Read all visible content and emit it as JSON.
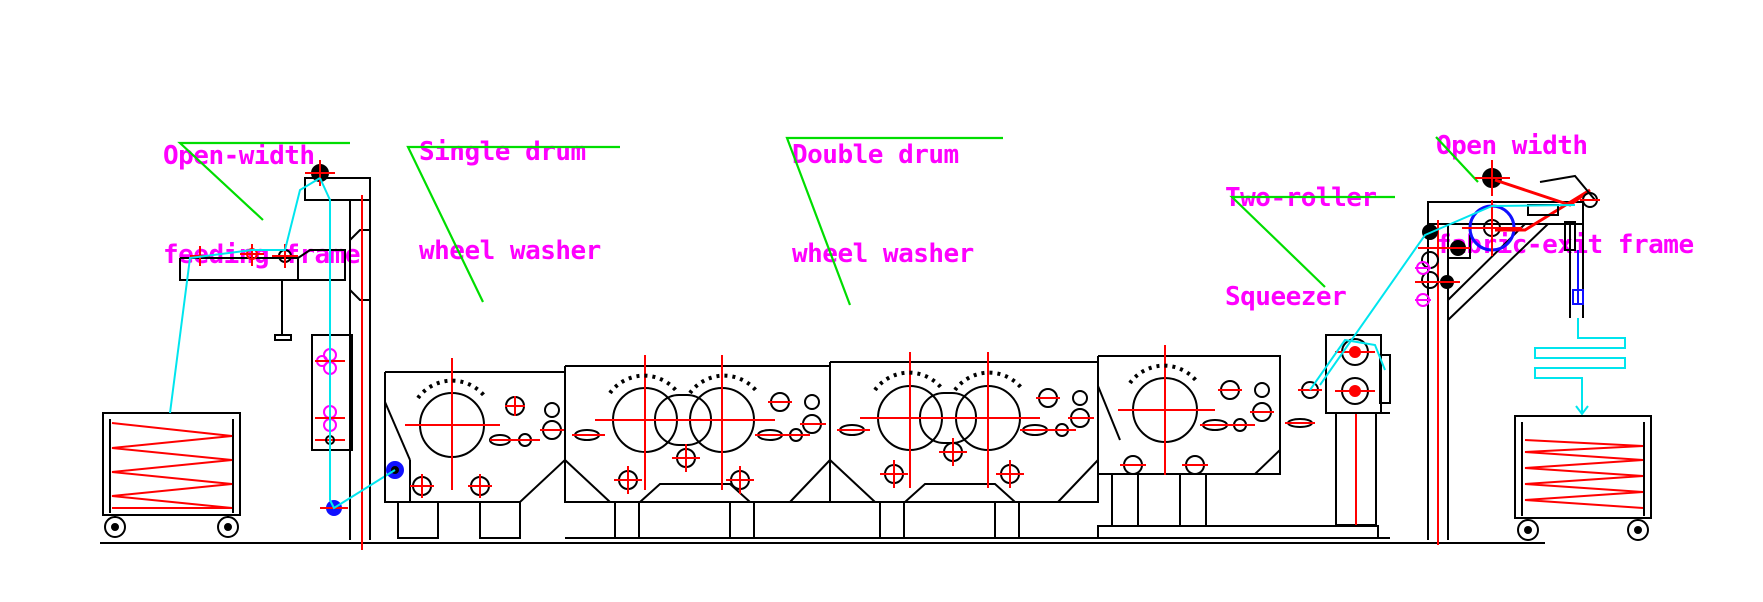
{
  "colors": {
    "label": "#ff00ff",
    "leader": "#00dd00",
    "outline": "#000000",
    "centerline": "#ff0000",
    "fabric": "#00e5ee",
    "bearing": "#1010ff",
    "background": "#ffffff"
  },
  "labels": {
    "feeding_frame": {
      "line1": "Open-width",
      "line2": "feeding frame"
    },
    "single_washer": {
      "line1": "Single drum",
      "line2": "wheel washer"
    },
    "double_washer": {
      "line1": "Double drum",
      "line2": "wheel washer"
    },
    "squeezer": {
      "line1": "Two-roller",
      "line2": "Squeezer"
    },
    "exit_frame": {
      "line1": "Open width",
      "line2": "fabric-exit frame"
    }
  }
}
